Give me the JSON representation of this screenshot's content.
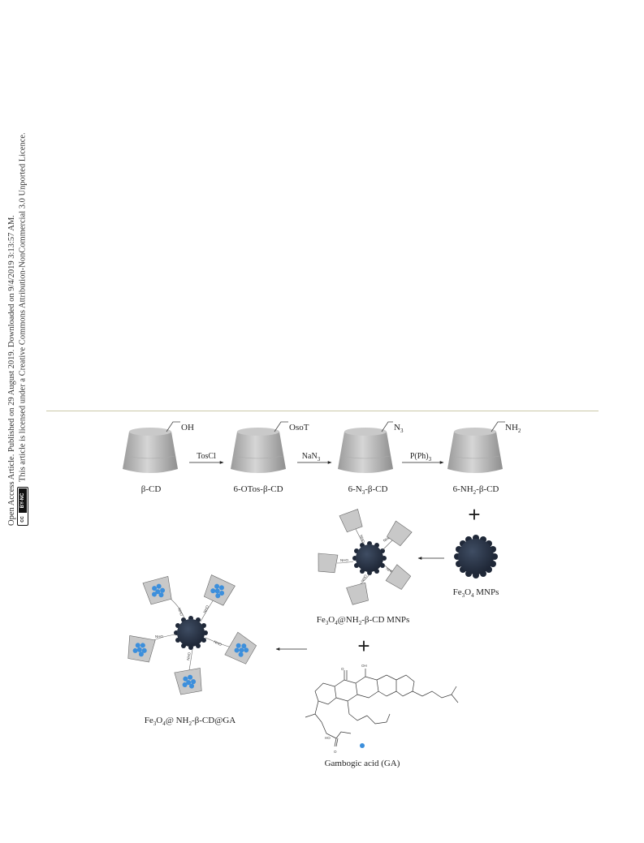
{
  "side_notice": {
    "line1": "Open Access Article. Published on 29 August 2019. Downloaded on 9/4/2019 3:13:57 AM.",
    "line2": "This article is licensed under a Creative Commons Attribution-NonCommercial 3.0 Unported Licence.",
    "badge_cc": "cc",
    "badge_by": "BY-NC"
  },
  "scheme": {
    "cd1": {
      "label": "β-CD",
      "group": "OH"
    },
    "arrow1": "TosCl",
    "cd2": {
      "label": "6-OTos-β-CD",
      "group": "OsoT"
    },
    "arrow2_main": "NaN",
    "arrow2_sub": "3",
    "cd3": {
      "label_pre": "6-N",
      "label_sub": "3",
      "label_post": "-β-CD",
      "group_main": "N",
      "group_sub": "3"
    },
    "arrow3_main": "P(Ph)",
    "arrow3_sub": "3",
    "cd4": {
      "label_pre": "6-NH",
      "label_sub": "2",
      "label_post": "-β-CD",
      "group_main": "NH",
      "group_sub": "2"
    },
    "plus": "+",
    "mnp": {
      "pre": "Fe",
      "sub1": "3",
      "mid": "O",
      "sub2": "4",
      "post": " MNPs"
    },
    "conj": {
      "pre": "Fe",
      "sub1": "3",
      "mid": "O",
      "sub2": "4",
      "mid2": "@NH",
      "sub3": "2",
      "post": "-β-CD MNPs"
    },
    "final": {
      "pre": "Fe",
      "sub1": "3",
      "mid": "O",
      "sub2": "4",
      "mid2": "@ NH",
      "sub3": "2",
      "post": "-β-CD@GA"
    },
    "ga": "Gambogic acid (GA)",
    "linker": "NHO",
    "ga_o1": "O",
    "ga_oh": "OH",
    "ga_ho": "HO",
    "ga_o2": "O"
  }
}
